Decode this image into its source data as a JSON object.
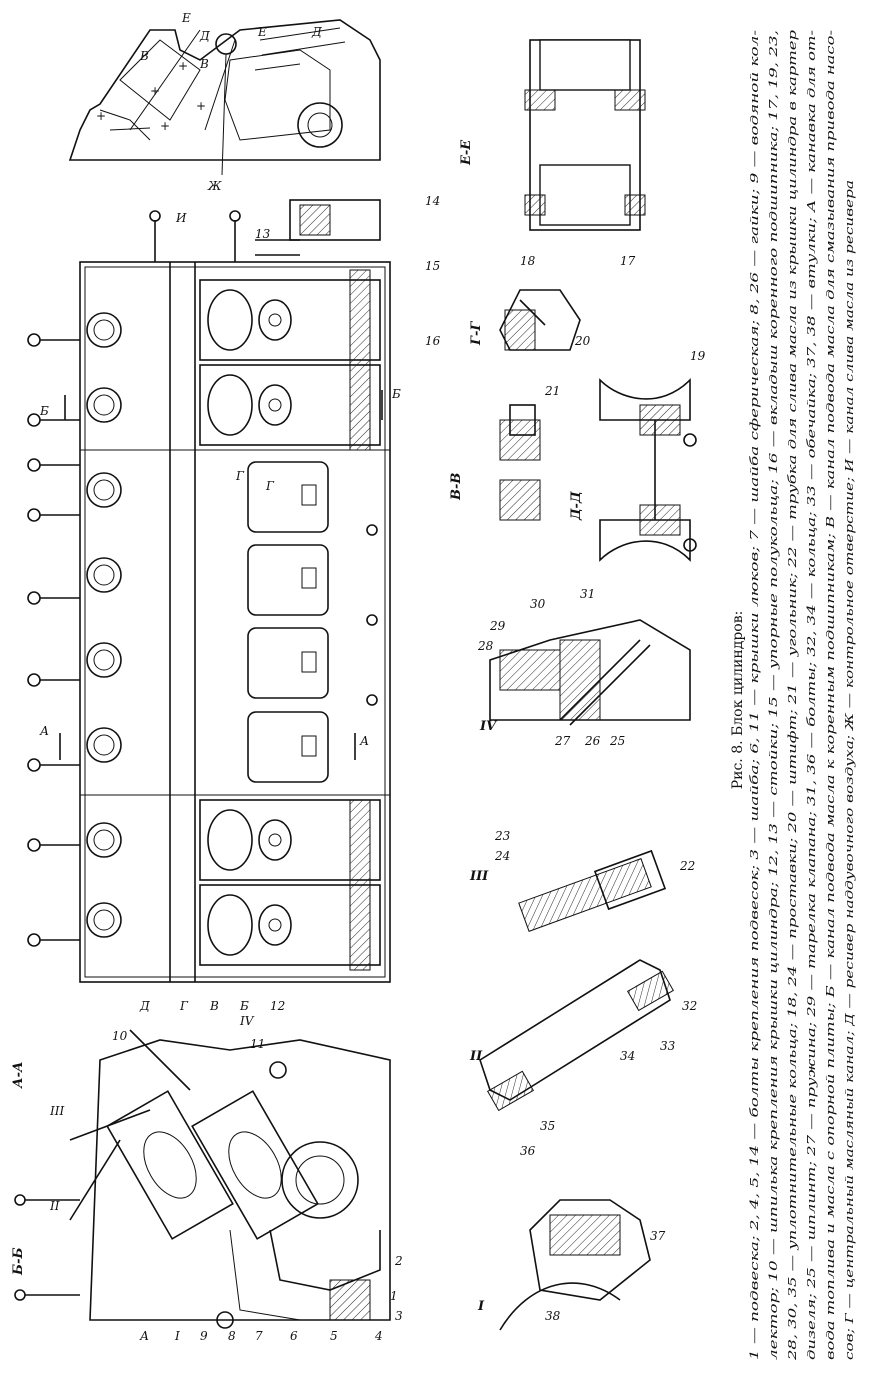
{
  "figure": {
    "caption": "Рис. 8. Блок цилиндров:",
    "legend_lines": [
      "1 — подвеска; 2, 4, 5, 14 — болты крепления подвесок; 3 — шайба; 6, 11 — крышки люков; 7 — шайба сферическая; 8, 26 — гайки; 9 — водяной кол-",
      "лектор; 10 — шпилька крепления крышки цилиндра; 12, 13 — стойки; 15 — упорные полукольца; 16 — вкладыш коренного подшипника; 17, 19, 23,",
      "28, 30, 35 — уплотнительные кольца; 18, 24 — проставки; 20 — штифт; 21 — угольник; 22 — трубка для слива масла из крышки цилиндра в картер",
      "дизеля; 25 — шплинт; 27 — пружина; 29 — тарелка клапана; 31, 36 — болты; 32, 34 — кольца; 33 — обечайка; 37, 38 — втулки; А — канавка для от-",
      "вода топлива и масла с опорной плиты; Б — канал подвода масла к коренным подшипникам; В — канал подвода масла для смазывания привода насо-",
      "сов; Г — центральный масляный канал; Д — ресивер наддувочного воздуха; Ж — контрольное отверстие; И — канал слива масла из ресивера"
    ]
  },
  "sections": {
    "aa": "А-А",
    "bb": "Б-Б",
    "vv": "В-В",
    "gg": "Г-Г",
    "dd": "Д-Д",
    "ee": "Е-Е",
    "i": "I",
    "ii": "II",
    "iii": "III",
    "iv": "IV"
  },
  "cross_section_labels": {
    "n1": "1",
    "n2": "2",
    "n3": "3",
    "n4": "4",
    "n5": "5",
    "n6": "6",
    "n7": "7",
    "n8": "8",
    "n9": "9",
    "n10": "10",
    "n11": "11",
    "A": "А",
    "I": "I",
    "II": "II",
    "III": "III",
    "IV": "IV"
  },
  "main_labels": {
    "D": "Д",
    "G": "Г",
    "V": "В",
    "B": "Б",
    "n12": "12",
    "n13": "13",
    "n14": "14",
    "n15": "15",
    "n16": "16",
    "I_letter": "И",
    "A_left": "А",
    "A_right": "А",
    "B_left": "Б",
    "B_right": "Б",
    "G1": "Г",
    "G2": "Г"
  },
  "top_view_labels": {
    "V1": "В",
    "V2": "В",
    "E1": "Е",
    "E2": "Е",
    "D1": "Д",
    "D2": "Д",
    "Zh": "Ж"
  },
  "detail_labels": {
    "n17": "17",
    "n18": "18",
    "n19": "19",
    "n20": "20",
    "n21": "21",
    "n22": "22",
    "n23": "23",
    "n24": "24",
    "n25": "25",
    "n26": "26",
    "n27": "27",
    "n28": "28",
    "n29": "29",
    "n30": "30",
    "n31": "31",
    "n32": "32",
    "n33": "33",
    "n34": "34",
    "n35": "35",
    "n36": "36",
    "n37": "37",
    "n38": "38"
  }
}
